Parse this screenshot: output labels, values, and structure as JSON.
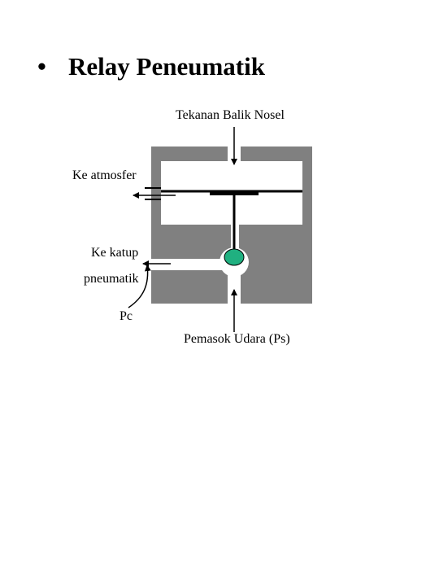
{
  "slide": {
    "bullet": "•",
    "title": "Relay Peneumatik"
  },
  "diagram": {
    "labels": {
      "nozzle_back_pressure": "Tekanan Balik Nosel",
      "to_atmosphere": "Ke atmosfer",
      "to_valve_line1": "Ke katup",
      "to_valve_line2": "pneumatik",
      "pc": "Pc",
      "supply_air": "Pemasok Udara (Ps)"
    },
    "colors": {
      "body": "#808080",
      "chamber": "#ffffff",
      "ball": "#20b080",
      "line": "#000000"
    }
  }
}
